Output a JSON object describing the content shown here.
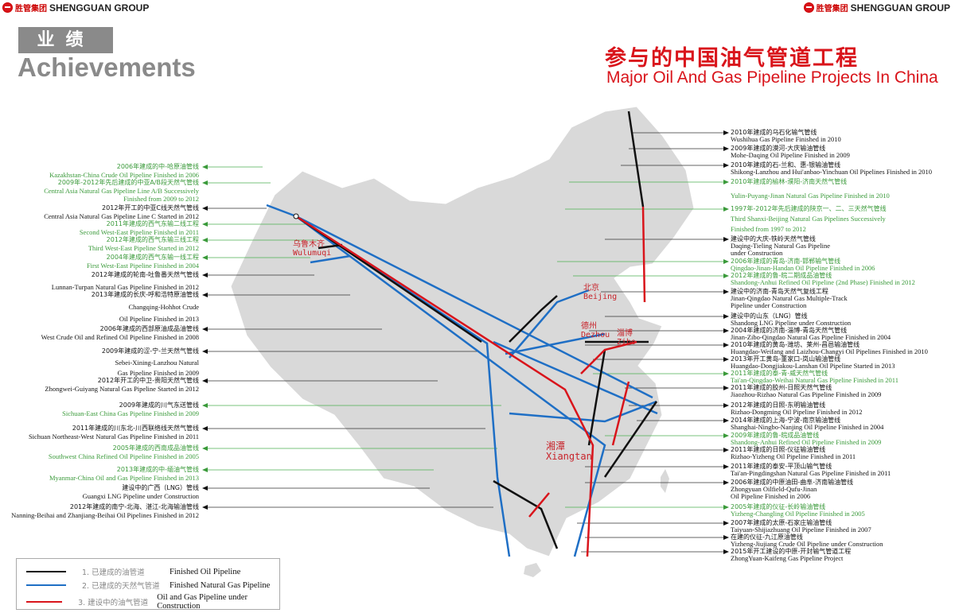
{
  "brand": {
    "cn": "胜管集团",
    "en": "SHENGGUAN GROUP"
  },
  "section": {
    "cn": "业绩",
    "en": "Achievements"
  },
  "title": {
    "cn": "参与的中国油气管道工程",
    "en": "Major Oil And Gas Pipeline Projects In China"
  },
  "colors": {
    "oil": "#111111",
    "gas": "#1f6fc5",
    "construction": "#d9141b",
    "green_label": "#3a9a3a",
    "map": "#d9d9d9"
  },
  "cities": [
    {
      "cn": "乌鲁木齐",
      "en": "Wulumuqi"
    },
    {
      "cn": "北京",
      "en": "Beijing"
    },
    {
      "cn": "德州",
      "en": "Dezhou"
    },
    {
      "cn": "淄博",
      "en": "Zibo"
    },
    {
      "cn": "湘潭",
      "en": "Xiangtan"
    }
  ],
  "left_labels": [
    {
      "color": "green",
      "lines": [
        "2006年建成的中-哈原油管线",
        "Kazakhstan-China Crude Oil Pipeline Finished in 2006"
      ]
    },
    {
      "color": "green",
      "lines": [
        "2009年-2012年先后建成的中亚A/B段天然气管线",
        "Central Asia Natural Gas Pipeline Line A/B Successively",
        "Finished from 2009 to 2012"
      ]
    },
    {
      "color": "black",
      "lines": [
        "2012年开工的中亚C线天然气管线",
        "Central Asia Natural Gas Pipeline Line C Started in 2012"
      ]
    },
    {
      "color": "green",
      "lines": [
        "2011年建成的西气东输二线工程",
        "Second West-East Pipeline Finished in 2011"
      ]
    },
    {
      "color": "green",
      "lines": [
        "2012年建成的西气东输三线工程",
        "Third West-East Pipeline Started in 2012"
      ]
    },
    {
      "color": "green",
      "lines": [
        "2004年建成的西气东输一线工程",
        "First West-East Pipeline Finished in 2004"
      ]
    },
    {
      "color": "black",
      "lines": [
        "2012年建成的轮南-吐鲁番天然气管线",
        "Lunnan-Turpan Natural Gas Pipeline Finished in 2012"
      ]
    },
    {
      "color": "black",
      "lines": [
        "2013年建成的长庆-呼和浩特原油管线",
        "Changqing-Hohhot Crude",
        "Oil Pipeline Finished in 2013"
      ]
    },
    {
      "color": "black",
      "lines": [
        "2006年建成的西部原油成品油管线",
        "West Crude Oil and Refined Oil Pipeline Finished in 2008"
      ]
    },
    {
      "color": "black",
      "lines": [
        "2009年建成的涩-宁-兰天然气管线",
        "Sebei-Xining-Lanzhou Natural",
        "Gas Pipeline Finished in 2009"
      ]
    },
    {
      "color": "black",
      "lines": [
        "2012年开工的中卫-贵阳天然气管线",
        "Zhongwei-Guiyang Natural Gas Pipeline Started in 2012"
      ]
    },
    {
      "color": "mixed",
      "lines": [
        "2009年建成的川气东送管线",
        "Sichuan-East China Gas Pipeline  Finished in 2009"
      ]
    },
    {
      "color": "black",
      "lines": [
        "2011年建成的川东北-川西联络线天然气管线",
        "Sichuan Northeast-West Natural Gas Pipeline Finished in 2011"
      ]
    },
    {
      "color": "green",
      "lines": [
        "2005年建成的西南成品油管线",
        "Southwest China Refined Oil Pipeline Finished in 2005"
      ]
    },
    {
      "color": "green",
      "lines": [
        "2013年建成的中-缅油气管线",
        "Myanmar-China Oil and Gas Pipeline Finished in 2013"
      ]
    },
    {
      "color": "black",
      "lines": [
        "建设中的广西（LNG）管线",
        "Guangxi LNG Pipeline under Construction"
      ]
    },
    {
      "color": "black",
      "lines": [
        "2012年建成的南宁-北海、湛江-北海输油管线",
        "Nanning-Beihai and Zhanjiang-Beihai Oil Pipelines Finished in 2012"
      ]
    }
  ],
  "right_labels": [
    {
      "color": "black",
      "lines": [
        "2010年建成的乌石化输气管线",
        "Wushihua Gas Pipeline Finished in 2010"
      ]
    },
    {
      "color": "black",
      "lines": [
        "2009年建成的漠河-大庆输油管线",
        "Mohe-Daqing Oil Pipeline Finished in 2009"
      ]
    },
    {
      "color": "black",
      "lines": [
        "2010年建成的石-兰和、惠-银输油管线",
        "Shikong-Lanzhou and Hui'anbao-Yinchuan Oil Pipelines Finished in 2010"
      ]
    },
    {
      "color": "green",
      "lines": [
        "2010年建成的榆林-濮阳-济南天然气管线",
        "Yulin-Puyang-Jinan Natural Gas Pipeline Finished in 2010"
      ]
    },
    {
      "color": "green",
      "lines": [
        "1997年-2012年先后建成的陕京一、二、三天然气管线",
        "Third Shanxi-Beijing Natural Gas Pipelines Successively",
        "Finished from 1997 to 2012"
      ]
    },
    {
      "color": "black",
      "lines": [
        "建设中的大庆-铁岭天然气管线",
        "Daqing-Tieling Natural Gas Pipeline",
        "under Construction"
      ]
    },
    {
      "color": "green",
      "lines": [
        "2006年建成的青岛-济南-邯郸输气管线",
        "Qingdao-Jinan-Handan Oil Pipeline Finished in 2006"
      ]
    },
    {
      "color": "green",
      "lines": [
        "2012年建成的鲁-皖二期成品油管线",
        "Shandong-Anhui Refined Oil Pipeline (2nd Phase) Finished in 2012"
      ]
    },
    {
      "color": "black",
      "lines": [
        "建设中的济南-青岛天然气复线工程",
        "Jinan-Qingdao Natural Gas Multiple-Track",
        "Pipeline under Construction"
      ]
    },
    {
      "color": "black",
      "lines": [
        "建设中的山东（LNG）管线",
        "Shandong LNG Pipeline under Construction"
      ]
    },
    {
      "color": "black",
      "lines": [
        "2004年建成的济南-淄博-青岛天然气管线",
        "Jinan-Zibo-Qingdao Natural Gas Pipeline Finished in 2004"
      ]
    },
    {
      "color": "black",
      "lines": [
        "2010年建成的黄岛-潍坊、莱州-昌邑输油管线",
        "Huangdao-Weifang and Laizhou-Changyi Oil Pipelines Finished in 2010"
      ]
    },
    {
      "color": "black",
      "lines": [
        "2013年开工黄岛-董家口-岚山输油管线",
        "Huangdao-Dongjiakou-Lanshan Oil Pipeline Started in 2013"
      ]
    },
    {
      "color": "green",
      "lines": [
        "2011年建成的泰-青-威天然气管线",
        "Tai'an-Qingdao-Weihai Natural Gas Pipeline Finished in 2011"
      ]
    },
    {
      "color": "black",
      "lines": [
        "2011年建成的胶州-日照天然气管线",
        "Jiaozhou-Rizhao Natural Gas Pipeline Finished in 2009"
      ]
    },
    {
      "color": "black",
      "lines": [
        "2012年建成的日照-东明输油管线",
        "Rizhao-Dongming Oil Pipeline Finished in 2012"
      ]
    },
    {
      "color": "black",
      "lines": [
        "2014年建成的上海-宁波-南京输油管线",
        "Shanghai-Ningbo-Nanjing Oil Pipeline Finished in 2004"
      ]
    },
    {
      "color": "green",
      "lines": [
        "2009年建成的鲁-皖成品油管线",
        "Shandong-Anhui Refined Oil Pipeline Finished in 2009"
      ]
    },
    {
      "color": "black",
      "lines": [
        "2011年建成的日照-仪征输油管线",
        "Rizhao-Yizheng Oil Pipeline Finished in 2011"
      ]
    },
    {
      "color": "black",
      "lines": [
        "2011年建成的泰安-平顶山输气管线",
        "Tai'an-Pingdingshan Natural Gas Pipeline Finished in 2011"
      ]
    },
    {
      "color": "black",
      "lines": [
        "2006年建成的中原油田-曲阜-济南输油管线",
        "Zhongyuan Oilfield-Qufu-Jinan",
        "Oil Pipeline Finished in 2006"
      ]
    },
    {
      "color": "green",
      "lines": [
        "2005年建成的仪征-长岭输油管线",
        "Yizheng-Changling Oil Pipeline Finished in 2005"
      ]
    },
    {
      "color": "black",
      "lines": [
        "2007年建成的太原-石家庄输油管线",
        "Taiyuan-Shijiazhuang Oil Pipeline Finished in 2007"
      ]
    },
    {
      "color": "black",
      "lines": [
        "在建的仪征-九江原油管线",
        "Yizheng-Jiujiang Crude Oil Pipeline under Construction"
      ]
    },
    {
      "color": "black",
      "lines": [
        "2015年开工建设的中原-开封输气管道工程",
        "ZhongYuan-Kaifeng Gas Pipeline Project"
      ]
    }
  ],
  "legend": [
    {
      "num_cn": "1. 已建成的油管道",
      "en": "Finished Oil Pipeline",
      "color": "#111111"
    },
    {
      "num_cn": "2. 已建成的天然气管道",
      "en": "Finished Natural Gas Pipeline",
      "color": "#1f6fc5"
    },
    {
      "num_cn": "3. 建设中的油气管道",
      "en": "Oil and Gas Pipeline under Construction",
      "color": "#d9141b"
    }
  ]
}
